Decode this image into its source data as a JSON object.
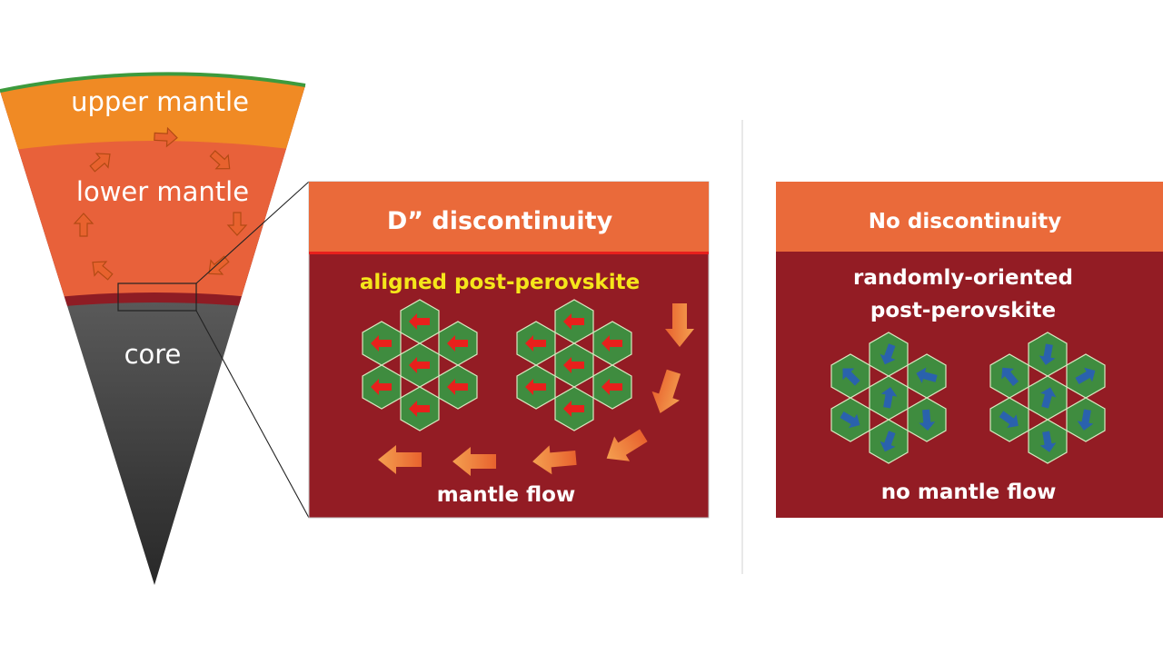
{
  "wedge": {
    "upper_label": "upper mantle",
    "lower_label": "lower mantle",
    "core_label": "core"
  },
  "panel_left": {
    "title": "D” discontinuity",
    "subtitle": "aligned post-perovskite",
    "footer": "mantle flow"
  },
  "panel_right": {
    "title": "No discontinuity",
    "subtitle_line1": "randomly-oriented",
    "subtitle_line2": "post-perovskite",
    "footer": "no mantle flow"
  },
  "colors": {
    "upper_mantle": "#f08a24",
    "lower_mantle": "#e8613a",
    "dlayer": "#8e1c24",
    "panel_header": "#ea6a3a",
    "panel_body": "#931c24",
    "crystal": "#3f8c3f",
    "arrow_red": "#e8201c",
    "arrow_blue": "#2a62ad",
    "flow_arrow": "#f08a3c",
    "crust": "#3d9a3d"
  }
}
